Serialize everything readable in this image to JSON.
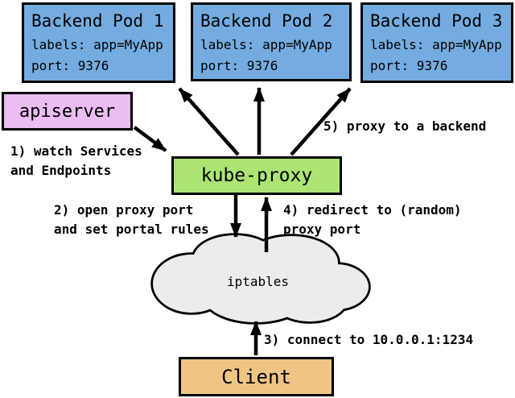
{
  "colors": {
    "pod_fill": "#74ACE0",
    "apiserver_fill": "#EBBDF2",
    "kube_proxy_fill": "#ACE573",
    "client_fill": "#EEC583",
    "cloud_fill": "#ECECEC",
    "line": "#000000"
  },
  "pods": [
    {
      "title": "Backend Pod 1",
      "labels_line": "labels: app=MyApp",
      "port_line": "port: 9376"
    },
    {
      "title": "Backend Pod 2",
      "labels_line": "labels: app=MyApp",
      "port_line": "port: 9376"
    },
    {
      "title": "Backend Pod 3",
      "labels_line": "labels: app=MyApp",
      "port_line": "port: 9376"
    }
  ],
  "nodes": {
    "apiserver": "apiserver",
    "kube_proxy": "kube-proxy",
    "iptables": "iptables",
    "client": "Client"
  },
  "steps": {
    "step1": "1) watch Services\nand Endpoints",
    "step2": "2) open proxy port\nand set portal rules",
    "step3": "3) connect to 10.0.0.1:1234",
    "step4": "4) redirect to (random)\nproxy port",
    "step5": "5) proxy to a backend"
  }
}
